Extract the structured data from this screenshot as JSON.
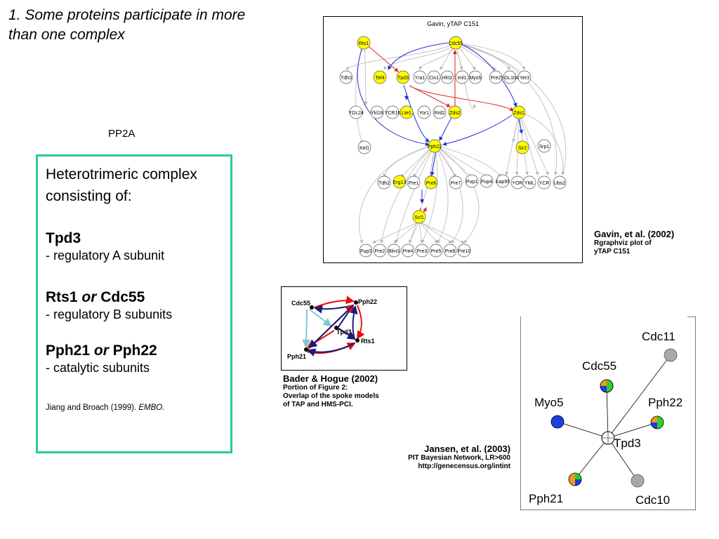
{
  "slide": {
    "title": "1. Some proteins participate in more than one complex",
    "pp2a_label": "PP2A"
  },
  "info_box": {
    "intro": "Heterotrimeric complex consisting of:",
    "groups": [
      {
        "name_a": "Tpd3",
        "or": "",
        "name_b": "",
        "role": "- regulatory A subunit"
      },
      {
        "name_a": "Rts1",
        "or": "or",
        "name_b": "Cdc55",
        "role": "- regulatory B subunits"
      },
      {
        "name_a": "Pph21",
        "or": "or",
        "name_b": "Pph22",
        "role": "- catalytic subunits"
      }
    ],
    "citation": "Jiang and Broach (1999).",
    "citation_journal": "EMBO."
  },
  "gavin": {
    "plot_title": "Gavin, yTAP C151",
    "caption_title": "Gavin, et al. (2002)",
    "caption_line1": "Rgraphviz plot of",
    "caption_line2": "yTAP C151",
    "highlight_color": "#ffff00",
    "edge_color_red": "#e02020",
    "edge_color_blue": "#2030d0",
    "nodes": {
      "rts1": "Rts1",
      "cdc55": "Cdc55",
      "tdh3": "Tdh3",
      "tef4": "Tef4",
      "tpd3": "Tpd3",
      "yra1": "Yra1",
      "cin1": "Cin1",
      "hht2": "Hht2",
      "iml1": "Iml1",
      "myo5": "Myo5",
      "pre2": "Pre2",
      "yg": "YGL104",
      "yer": "Yer3",
      "ygl24": "YGL24",
      "ykl": "Ykl18",
      "ycr": "YCR16",
      "lte1": "Lte1",
      "yor": "Yor1",
      "rrd2": "Rrd2",
      "zds2": "Zds2",
      "zds1": "Zds1",
      "kel1": "Kel1",
      "pph22": "Pph22",
      "sir2": "Sir2",
      "srp1": "Srp1",
      "tdh2": "Tdh2",
      "erg13": "Erg13",
      "pre1": "Pre1",
      "pre6": "Pre6",
      "pre7": "Pre7",
      "pup1": "Pup1",
      "pup4": "Pup4",
      "kap": "Kap95",
      "r1": "YOR",
      "r2": "YML",
      "r3": "YCR",
      "ubs2": "Ubs2",
      "scl1": "Scl1",
      "pup3": "Pup3",
      "pre2b": "Pre2",
      "blm3": "Blm3",
      "pre4": "Pre4",
      "pre3": "Pre3",
      "pre5": "Pre5",
      "pre8": "Pre8",
      "pre10": "Pre10"
    }
  },
  "bader": {
    "caption_title": "Bader & Hogue (2002)",
    "caption_line1": "Portion of Figure 2:",
    "caption_line2": "Overlap of the spoke models",
    "caption_line3": "of TAP and HMS-PCI.",
    "nodes": {
      "cdc55": "Cdc55",
      "pph22": "Pph22",
      "tpd3": "Tpd3",
      "rts1": "Rts1",
      "pph21": "Pph21"
    }
  },
  "jansen": {
    "caption_title": "Jansen, et al. (2003)",
    "caption_line1": "PIT Bayesian Network, LR>600",
    "caption_line2": "http://genecensus.org/intint",
    "nodes": {
      "cdc11": "Cdc11",
      "cdc55": "Cdc55",
      "myo5": "Myo5",
      "pph22": "Pph22",
      "tpd3": "Tpd3",
      "pph21": "Pph21",
      "cdc10": "Cdc10"
    },
    "colors": {
      "blue": "#1d3de0",
      "green": "#2dcf2d",
      "orange": "#f09a1a",
      "gray": "#a8a8a8"
    }
  }
}
